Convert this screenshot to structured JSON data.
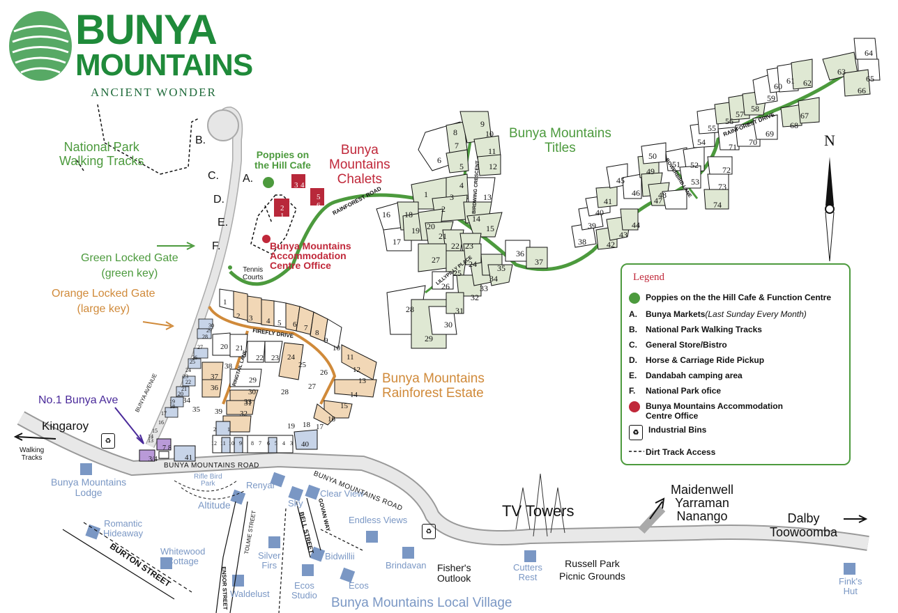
{
  "logo": {
    "line1": "BUNYA",
    "line2": "MOUNTAINS",
    "tagline": "ANCIENT WONDER"
  },
  "areas": {
    "walking_tracks": "National Park\nWalking Tracks",
    "poppies": "Poppies on\nthe Hill Cafe",
    "chalets": "Bunya\nMountains\nChalets",
    "titles": "Bunya Mountains\nTitles",
    "rainforest_estate": "Bunya Mountains\nRainforest Estate",
    "accommodation_office": "Bunya Mountains\nAccommodation\nCentre Office",
    "tennis": "Tennis\nCourts",
    "green_gate": "Green Locked Gate\n(green key)",
    "orange_gate": "Orange Locked Gate\n(large key)",
    "no1_bunya_ave": "No.1 Bunya Ave",
    "local_village": "Bunya Mountains Local Village",
    "tv_towers": "TV Towers"
  },
  "letters": {
    "A": "A.",
    "B": "B.",
    "C": "C.",
    "D": "D.",
    "E": "E.",
    "F": "F."
  },
  "places": {
    "kingaroy": "Kingaroy",
    "walking_tracks_small": "Walking\nTracks",
    "maidenwell": "Maidenwell\nYarraman\nNanango",
    "dalby": "Dalby\nToowoomba",
    "fishers": "Fisher's\nOutlook",
    "russell_park": "Russell Park\nPicnic Grounds"
  },
  "roads": {
    "rainforest_road": "RAINFOREST ROAD",
    "rainforest_drive": "RAINFOREST DRIVE",
    "bunya_mountains_road": "BUNYA MOUNTAINS ROAD",
    "firefly_drive": "FIREFLY DRIVE",
    "ringtail_lane": "RINGTAIL LANE",
    "bunya_avenue": "BUNYA AVENUE",
    "bowerbird_lane": "BOWERBIRD LANE",
    "lillypilly_place": "LILLYPILLY PLACE",
    "birdwing_crescent": "BIRDWING CRESCENT",
    "tolmie_street": "TOLMIE STREET",
    "bell_street": "BELL STREET",
    "govan_way": "GOVAN WAY",
    "burton_street": "BURTON STREET",
    "ensor_street": "ENSOR STREET"
  },
  "village": [
    {
      "name": "Bunya Mountains\nLodge"
    },
    {
      "name": "Rifle Bird\nPark"
    },
    {
      "name": "Renyar"
    },
    {
      "name": "Altitude"
    },
    {
      "name": "Sky"
    },
    {
      "name": "Clear View"
    },
    {
      "name": "Endless Views"
    },
    {
      "name": "Romantic\nHideaway"
    },
    {
      "name": "Whitewood\nCottage"
    },
    {
      "name": "Silver\nFirs"
    },
    {
      "name": "Bidwillii"
    },
    {
      "name": "Brindavan"
    },
    {
      "name": "Ecos\nStudio"
    },
    {
      "name": "Ecos"
    },
    {
      "name": "Waldelust"
    },
    {
      "name": "Cutters\nRest"
    },
    {
      "name": "Fink's\nHut"
    }
  ],
  "legend": {
    "title": "Legend",
    "items": [
      {
        "key": "",
        "text": "Poppies on the the Hill Cafe & Function Centre"
      },
      {
        "key": "A.",
        "text": "Bunya Markets",
        "note": "(Last Sunday Every Month)"
      },
      {
        "key": "B.",
        "text": "National Park Walking Tracks"
      },
      {
        "key": "C.",
        "text": "General Store/Bistro"
      },
      {
        "key": "D.",
        "text": "Horse & Carriage Ride Pickup"
      },
      {
        "key": "E.",
        "text": "Dandabah camping area"
      },
      {
        "key": "F.",
        "text": "National Park ofice"
      },
      {
        "key": "",
        "text": "Bunya Mountains Accommodation Centre Office"
      },
      {
        "key": "",
        "text": "Industrial Bins"
      },
      {
        "key": "",
        "text": "Dirt Track Access"
      }
    ]
  },
  "compass_n": "N",
  "colors": {
    "green": "#4c9a3d",
    "red": "#c0283a",
    "orange": "#d08a3a",
    "blue": "#7a97c4",
    "purple": "#4a2a9a"
  },
  "lot_numbers": {
    "titles": [
      "1",
      "2",
      "3",
      "4",
      "5",
      "6",
      "7",
      "8",
      "9",
      "10",
      "11",
      "12",
      "13",
      "14",
      "15",
      "16",
      "17",
      "18",
      "19",
      "20",
      "21",
      "22",
      "23",
      "24",
      "25",
      "26",
      "27",
      "28",
      "29",
      "30",
      "31",
      "32",
      "33",
      "34",
      "35",
      "36",
      "37",
      "38",
      "39",
      "40",
      "41",
      "42",
      "43",
      "44",
      "45",
      "46",
      "47",
      "48",
      "49",
      "50",
      "51",
      "52",
      "53",
      "54",
      "55",
      "56",
      "57",
      "58",
      "59",
      "60",
      "61",
      "62",
      "63",
      "64",
      "65",
      "66",
      "67",
      "68",
      "69",
      "70",
      "71",
      "72",
      "73",
      "74",
      "75"
    ],
    "estate_top": [
      "1",
      "2",
      "3",
      "4",
      "5",
      "6",
      "7",
      "8",
      "9",
      "10",
      "11",
      "12",
      "13",
      "14",
      "15",
      "16",
      "17",
      "18",
      "19",
      "20",
      "21",
      "22",
      "23",
      "24",
      "25",
      "26",
      "27",
      "28",
      "29",
      "30",
      "31",
      "32",
      "33",
      "34",
      "35",
      "36",
      "37",
      "38",
      "39",
      "40",
      "41"
    ],
    "chalets": [
      "3",
      "4",
      "5",
      "6",
      "2",
      "1"
    ],
    "avenue": [
      "30",
      "29",
      "28",
      "27",
      "26",
      "25",
      "24",
      "23",
      "22",
      "21",
      "20",
      "19",
      "18",
      "17",
      "16",
      "15",
      "14",
      "13",
      "12",
      "11",
      "10",
      "9",
      "8",
      "7",
      "6",
      "5",
      "4",
      "3",
      "2",
      "1"
    ],
    "purple": [
      "7",
      "8",
      "3/4"
    ]
  }
}
